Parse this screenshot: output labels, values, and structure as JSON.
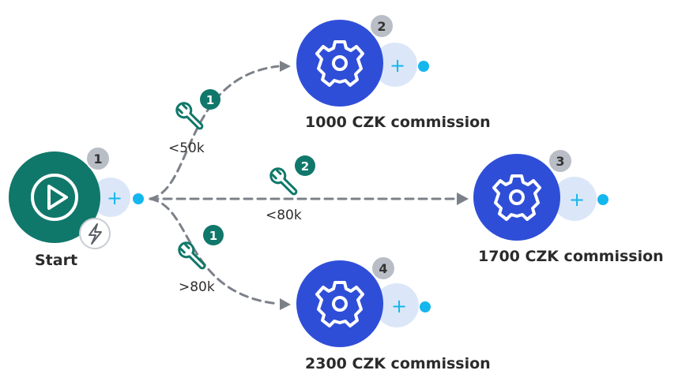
{
  "colors": {
    "trigger": "#10786a",
    "module": "#2f4ed8",
    "port": "#dbe7f8",
    "dot": "#14b6ee",
    "edge": "#7c8189",
    "filter_icon": "#10786a",
    "filter_badge": "#10786a",
    "module_badge": "#b9bec6"
  },
  "nodes": {
    "start": {
      "label": "Start",
      "badge": "1",
      "icon": "play-icon",
      "secondary_icon": "lightning-icon",
      "add": "+"
    },
    "n2": {
      "label": "1000 CZK commission",
      "badge": "2",
      "icon": "gear-icon",
      "add": "+"
    },
    "n3": {
      "label": "1700 CZK commission",
      "badge": "3",
      "icon": "gear-icon",
      "add": "+"
    },
    "n4": {
      "label": "2300 CZK commission",
      "badge": "4",
      "icon": "gear-icon",
      "add": "+"
    }
  },
  "filters": {
    "f1": {
      "label": "<50k",
      "badge": "1",
      "icon": "wrench-icon"
    },
    "f2": {
      "label": "<80k",
      "badge": "2",
      "icon": "wrench-icon"
    },
    "f3": {
      "label": ">80k",
      "badge": "1",
      "icon": "wrench-icon"
    }
  }
}
